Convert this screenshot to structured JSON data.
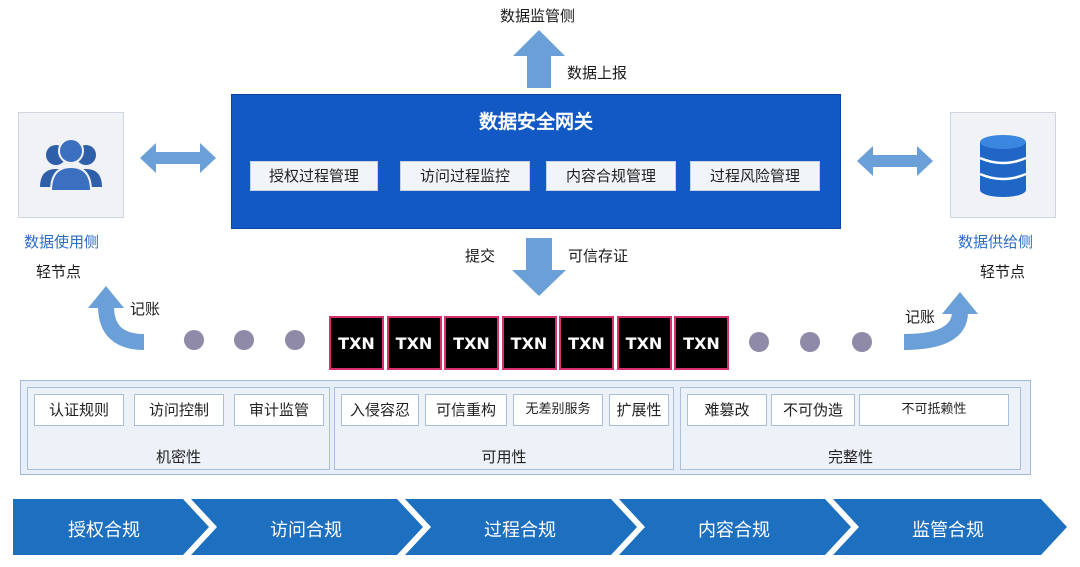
{
  "top": {
    "label": "数据监管侧",
    "report": "数据上报"
  },
  "gateway": {
    "title": "数据安全网关",
    "modules": [
      "授权过程管理",
      "访问过程监控",
      "内容合规管理",
      "过程风险管理"
    ]
  },
  "left": {
    "label": "数据使用侧",
    "node": "轻节点",
    "ledger": "记账"
  },
  "right": {
    "label": "数据供给侧",
    "node": "轻节点",
    "ledger": "记账"
  },
  "middle": {
    "submit": "提交",
    "evidence": "可信存证"
  },
  "chain": {
    "blocks": [
      "TXN",
      "TXN",
      "TXN",
      "TXN",
      "TXN",
      "TXN",
      "TXN"
    ]
  },
  "properties": {
    "groups": [
      {
        "name": "机密性",
        "items": [
          "认证规则",
          "访问控制",
          "审计监管"
        ]
      },
      {
        "name": "可用性",
        "items": [
          "入侵容忍",
          "可信重构",
          "无差别服务",
          "扩展性"
        ]
      },
      {
        "name": "完整性",
        "items": [
          "难篡改",
          "不可伪造",
          "不可抵赖性"
        ]
      }
    ]
  },
  "compliance": {
    "steps": [
      "授权合规",
      "访问合规",
      "过程合规",
      "内容合规",
      "监管合规"
    ]
  },
  "colors": {
    "gateway": "#1359c6",
    "arrow": "#6a9fd8",
    "band": "#1d6fc0",
    "txn_border": "#d6306e",
    "dot": "#8f8aa8"
  },
  "icons": {
    "left": "users-icon",
    "right": "database-icon"
  }
}
